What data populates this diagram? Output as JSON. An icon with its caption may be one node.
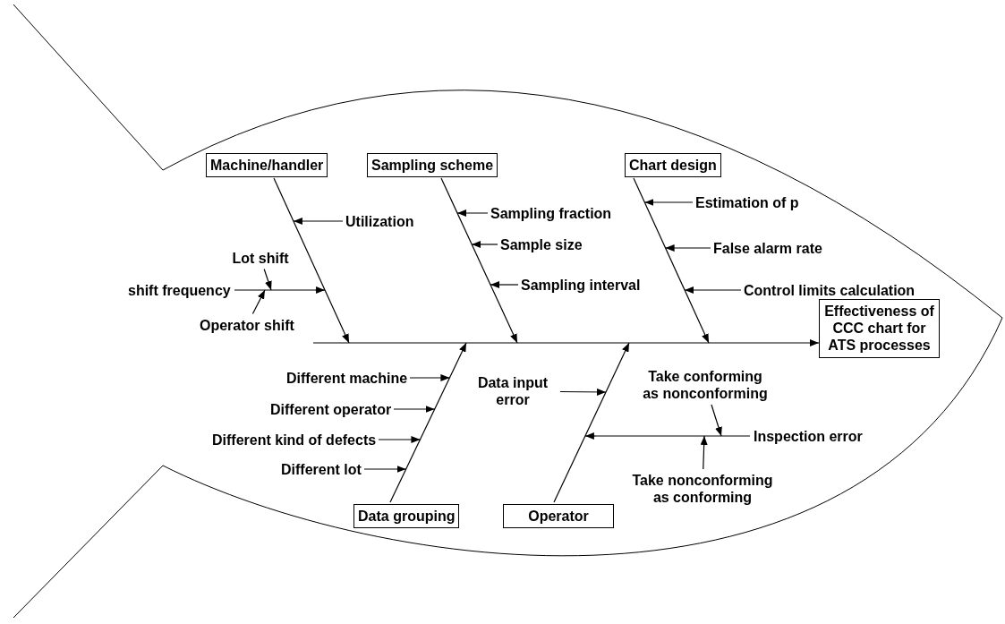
{
  "diagram": {
    "nodes": [
      {
        "text": [
          "Machine/handler"
        ]
      },
      {
        "text": [
          "Sampling scheme"
        ]
      },
      {
        "text": [
          "Chart design"
        ]
      },
      {
        "text": [
          "Effectiveness of CCC chart for ATS processes"
        ]
      },
      {
        "text": [
          "Data grouping"
        ]
      },
      {
        "text": [
          "Operator"
        ]
      },
      {
        "text": [
          "Utilization"
        ]
      },
      {
        "text": [
          "Lot shift"
        ]
      },
      {
        "text": [
          "shift frequency"
        ]
      },
      {
        "text": [
          "Operator shift"
        ]
      },
      {
        "text": [
          "Sampling fraction"
        ]
      },
      {
        "text": [
          "Sample size"
        ]
      },
      {
        "text": [
          "Sampling interval"
        ]
      },
      {
        "text": [
          "Estimation of p"
        ]
      },
      {
        "text": [
          "False alarm rate"
        ]
      },
      {
        "text": [
          "Control limits calculation"
        ]
      },
      {
        "text": [
          "Different machine"
        ]
      },
      {
        "text": [
          "Different operator"
        ]
      },
      {
        "text": [
          "Different kind of defects"
        ]
      },
      {
        "text": [
          "Different lot"
        ]
      },
      {
        "text": [
          "Data input error"
        ]
      },
      {
        "text": [
          "Take conforming as nonconforming"
        ]
      },
      {
        "text": [
          "Inspection error"
        ]
      },
      {
        "text": [
          "Take nonconforming as conforming"
        ]
      },
      {
        "text": [],
        "shape": "line"
      },
      {
        "text": [],
        "shape": "line"
      },
      {
        "text": [],
        "shape": "line"
      },
      {
        "text": [],
        "shape": "line"
      },
      {
        "text": [],
        "shape": "line"
      },
      {
        "text": [],
        "shape": "line"
      },
      {
        "text": [],
        "shape": "line"
      },
      {
        "text": [],
        "shape": "line"
      }
    ],
    "edges": [
      {
        "from": 24,
        "to": 3,
        "arrow": "to"
      },
      {
        "from": 25,
        "to": 24,
        "arrow": "to"
      },
      {
        "from": 26,
        "to": 24,
        "arrow": "to"
      },
      {
        "from": 27,
        "to": 24,
        "arrow": "to"
      },
      {
        "from": 28,
        "to": 24,
        "arrow": "to"
      },
      {
        "from": 29,
        "to": 24,
        "arrow": "to"
      },
      {
        "from": 6,
        "to": 25,
        "arrow": "to"
      },
      {
        "from": 30,
        "to": 25,
        "arrow": "to"
      },
      {
        "from": 7,
        "to": 30,
        "arrow": "to"
      },
      {
        "from": 9,
        "to": 30,
        "arrow": "to"
      },
      {
        "from": 10,
        "to": 26,
        "arrow": "to"
      },
      {
        "from": 11,
        "to": 26,
        "arrow": "to"
      },
      {
        "from": 12,
        "to": 26,
        "arrow": "to"
      },
      {
        "from": 13,
        "to": 27,
        "arrow": "to"
      },
      {
        "from": 14,
        "to": 27,
        "arrow": "to"
      },
      {
        "from": 15,
        "to": 27,
        "arrow": "to"
      },
      {
        "from": 16,
        "to": 28,
        "arrow": "to"
      },
      {
        "from": 17,
        "to": 28,
        "arrow": "to"
      },
      {
        "from": 18,
        "to": 28,
        "arrow": "to"
      },
      {
        "from": 19,
        "to": 28,
        "arrow": "to"
      },
      {
        "from": 20,
        "to": 29,
        "arrow": "to"
      },
      {
        "from": 31,
        "to": 29,
        "arrow": "to"
      },
      {
        "from": 21,
        "to": 31,
        "arrow": "to"
      },
      {
        "from": 23,
        "to": 31,
        "arrow": "to"
      }
    ]
  }
}
